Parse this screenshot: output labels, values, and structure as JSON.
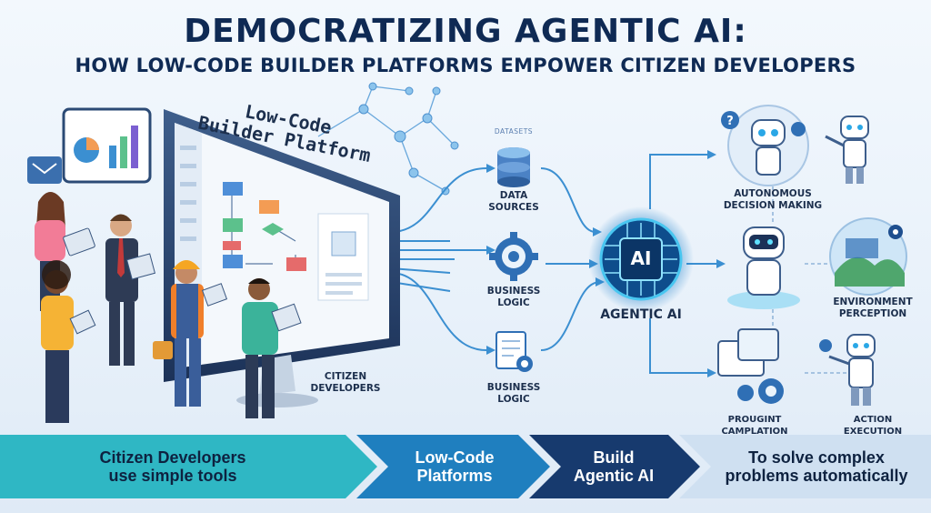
{
  "title": {
    "line1": "DEMOCRATIZING AGENTIC AI:",
    "line2": "HOW LOW-CODE BUILDER PLATFORMS EMPOWER CITIZEN DEVELOPERS"
  },
  "platform": {
    "title_line1": "Low-Code",
    "title_line2": "Builder Platform"
  },
  "citizen_developers_label": "CITIZEN\nDEVELOPERS",
  "datasets_label": "DATASETS",
  "inputs": [
    {
      "label": "DATA\nSOURCES",
      "icon": "database-icon"
    },
    {
      "label": "BUSINESS\nLOGIC",
      "icon": "gear-icon"
    },
    {
      "label": "BUSINESS\nLOGIC",
      "icon": "document-gear-icon"
    }
  ],
  "core": {
    "chip_text": "AI",
    "label": "AGENTIC AI"
  },
  "capabilities": [
    {
      "label": "AUTONOMOUS\nDECISION MAKING",
      "icon": "robot-question-icon"
    },
    {
      "label": "ENVIRONMENT\nPERCEPTION",
      "icon": "landscape-eye-icon"
    },
    {
      "label": "PROUGINT\nCAMPLATION",
      "icon": "screens-gear-icon"
    },
    {
      "label": "ACTION\nEXECUTION",
      "icon": "robot-arm-icon"
    }
  ],
  "flow": [
    {
      "text": "Citizen Developers\nuse simple tools",
      "color": "#2fb7c4"
    },
    {
      "text": "Low-Code\nPlatforms",
      "color": "#1f7fbf"
    },
    {
      "text": "Build\nAgentic AI",
      "color": "#173a6e"
    },
    {
      "text": "To solve complex\nproblems automatically",
      "color": "#cfe0f1"
    }
  ],
  "colors": {
    "navy": "#0f2a54",
    "teal": "#2fb7c4",
    "blue": "#1f7fbf",
    "line": "#3b8fd1"
  }
}
